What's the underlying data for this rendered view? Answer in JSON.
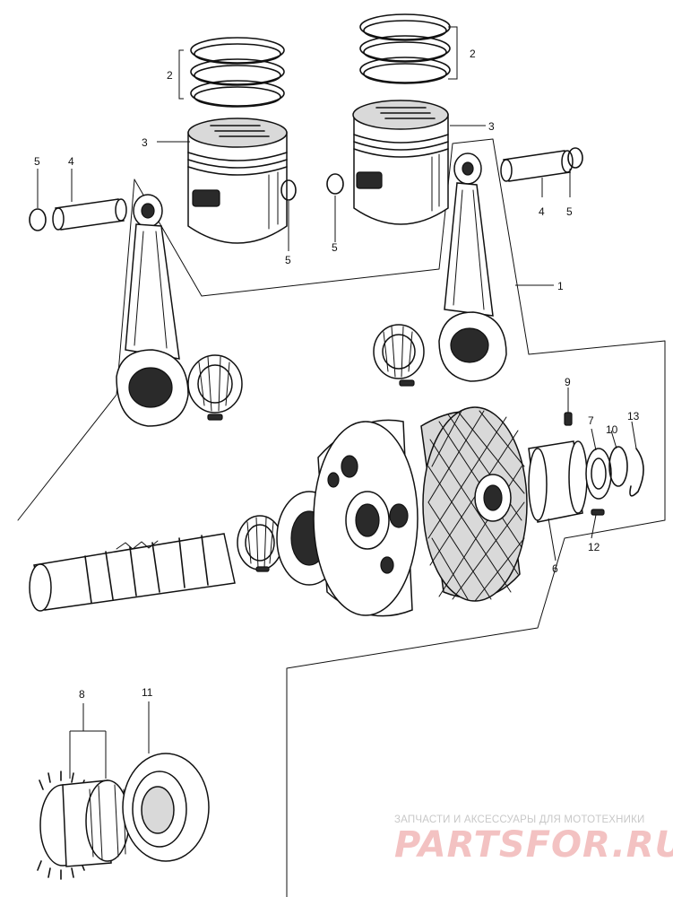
{
  "callouts": {
    "c1": "1",
    "c2_left": "2",
    "c2_right": "2",
    "c3_left": "3",
    "c3_right": "3",
    "c4_left": "4",
    "c4_right": "4",
    "c5_left_top": "5",
    "c5_left_bottom": "5",
    "c5_mid": "5",
    "c5_right": "5",
    "c6": "6",
    "c7": "7",
    "c8": "8",
    "c9": "9",
    "c10": "10",
    "c11": "11",
    "c12": "12",
    "c13": "13"
  },
  "watermark": {
    "caption": "ЗАПЧАСТИ И АКСЕССУАРЫ ДЛЯ МОТОТЕХНИКИ",
    "logo": "PARTSFOR.RU"
  }
}
